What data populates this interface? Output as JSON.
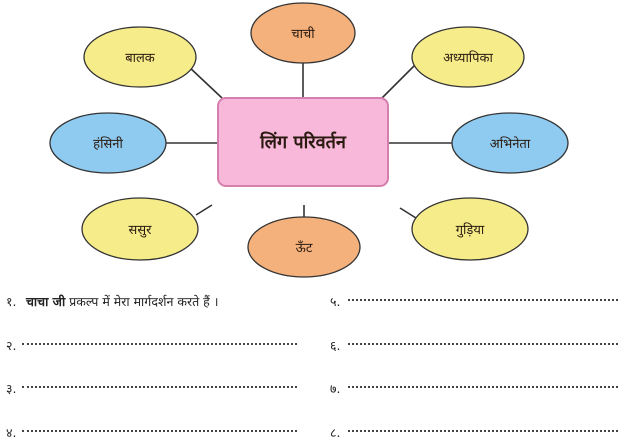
{
  "diagram": {
    "center": "लिंग परिवर्तन",
    "nodes": {
      "top": "चाची",
      "top_left": "बालक",
      "top_right": "अध्यापिका",
      "mid_left": "हंसिनी",
      "mid_right": "अभिनेता",
      "bottom_left": "ससुर",
      "bottom": "ऊँट",
      "bottom_right": "गुड़िया"
    },
    "colors": {
      "center_fill": "#f7b8d9",
      "center_border": "#d57fae",
      "yellow": "#f6ec8a",
      "orange": "#f5b17c",
      "blue": "#8fcbf0"
    }
  },
  "exercises": [
    {
      "num": "१.",
      "bold": "चाचा जी",
      "text": " प्रकल्प में मेरा मार्गदर्शन करते हैं ।"
    },
    {
      "num": "२."
    },
    {
      "num": "३."
    },
    {
      "num": "४."
    },
    {
      "num": "५."
    },
    {
      "num": "६."
    },
    {
      "num": "७."
    },
    {
      "num": "८."
    }
  ]
}
